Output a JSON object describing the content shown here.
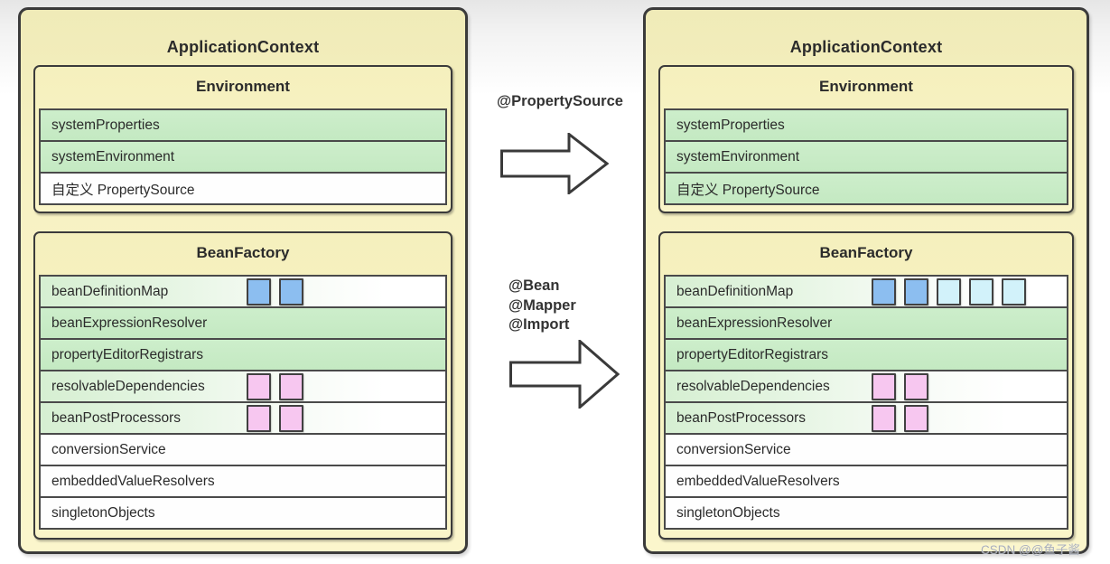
{
  "left_panel": {
    "title": "ApplicationContext",
    "environment": {
      "title": "Environment",
      "rows": [
        {
          "label": "systemProperties",
          "bg": "green",
          "squares": []
        },
        {
          "label": "systemEnvironment",
          "bg": "green",
          "squares": []
        },
        {
          "label": "自定义 PropertySource",
          "bg": "white",
          "squares": []
        }
      ]
    },
    "beanfactory": {
      "title": "BeanFactory",
      "rows": [
        {
          "label": "beanDefinitionMap",
          "bg": "fade",
          "squares": [
            "blue",
            "blue"
          ]
        },
        {
          "label": "beanExpressionResolver",
          "bg": "green",
          "squares": []
        },
        {
          "label": "propertyEditorRegistrars",
          "bg": "green",
          "squares": []
        },
        {
          "label": "resolvableDependencies",
          "bg": "fade",
          "squares": [
            "pink",
            "pink"
          ]
        },
        {
          "label": "beanPostProcessors",
          "bg": "fade",
          "squares": [
            "pink",
            "pink"
          ]
        },
        {
          "label": "conversionService",
          "bg": "white",
          "squares": []
        },
        {
          "label": "embeddedValueResolvers",
          "bg": "white",
          "squares": []
        },
        {
          "label": "singletonObjects",
          "bg": "white",
          "squares": []
        }
      ]
    }
  },
  "right_panel": {
    "title": "ApplicationContext",
    "environment": {
      "title": "Environment",
      "rows": [
        {
          "label": "systemProperties",
          "bg": "green",
          "squares": []
        },
        {
          "label": "systemEnvironment",
          "bg": "green",
          "squares": []
        },
        {
          "label": "自定义 PropertySource",
          "bg": "green",
          "squares": []
        }
      ]
    },
    "beanfactory": {
      "title": "BeanFactory",
      "rows": [
        {
          "label": "beanDefinitionMap",
          "bg": "fade",
          "squares": [
            "blue",
            "blue",
            "cyan",
            "cyan",
            "cyan"
          ]
        },
        {
          "label": "beanExpressionResolver",
          "bg": "green",
          "squares": []
        },
        {
          "label": "propertyEditorRegistrars",
          "bg": "green",
          "squares": []
        },
        {
          "label": "resolvableDependencies",
          "bg": "fade",
          "squares": [
            "pink",
            "pink"
          ]
        },
        {
          "label": "beanPostProcessors",
          "bg": "fade",
          "squares": [
            "pink",
            "pink"
          ]
        },
        {
          "label": "conversionService",
          "bg": "white",
          "squares": []
        },
        {
          "label": "embeddedValueResolvers",
          "bg": "white",
          "squares": []
        },
        {
          "label": "singletonObjects",
          "bg": "white",
          "squares": []
        }
      ]
    }
  },
  "arrow1": {
    "label": "@PropertySource"
  },
  "arrow2": {
    "labels": [
      "@Bean",
      "@Mapper",
      "@Import"
    ]
  },
  "watermark": "CSDN @@鱼子酱",
  "colors": {
    "panel_yellow": "#f7f2c3",
    "row_green": "#c9ecc7",
    "row_fade_start": "#d6efd2",
    "square_blue": "#8cbef0",
    "square_cyan": "#d2f2fa",
    "square_pink": "#f7c7f0",
    "border_dark": "#3b3b3b",
    "watermark_gray": "#a9aeb9"
  }
}
